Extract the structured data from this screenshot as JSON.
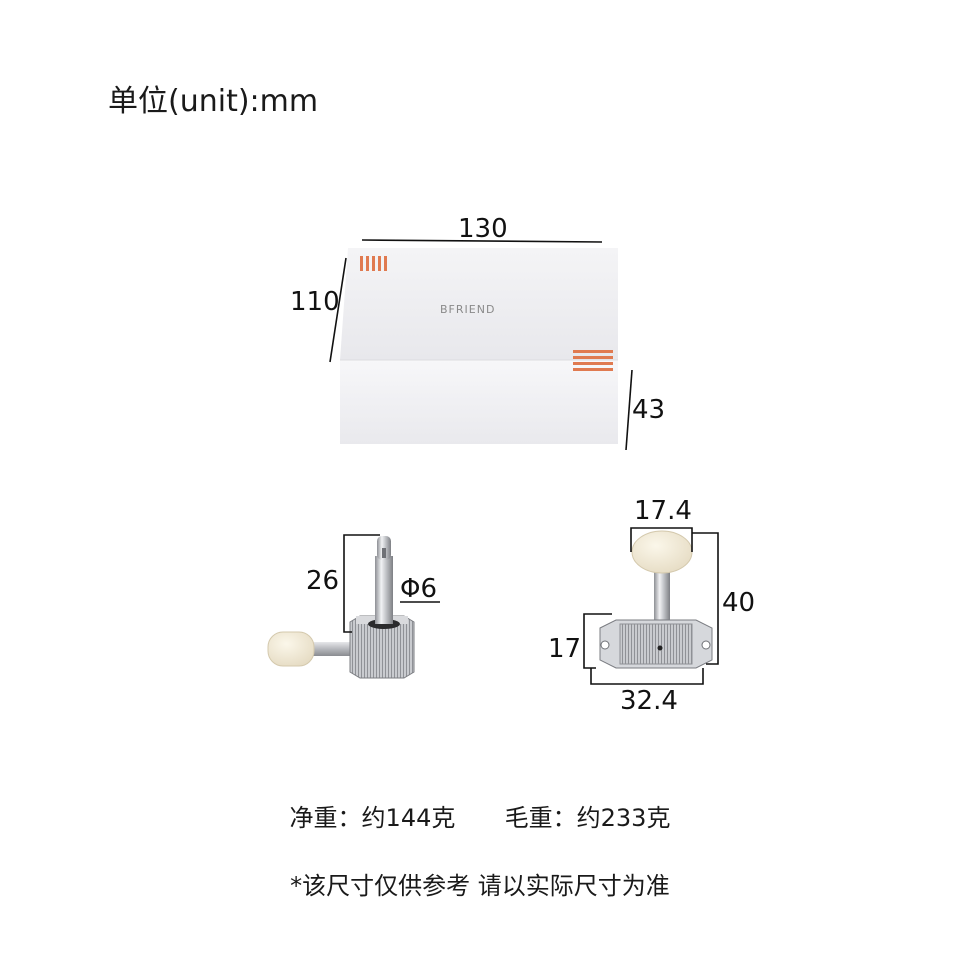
{
  "title": "单位(unit):mm",
  "box": {
    "brand_text": "BFRIEND",
    "accent_color": "#e07a50",
    "dims": {
      "width": "130",
      "depth": "110",
      "height": "43"
    }
  },
  "tuner_side": {
    "post_height": "26",
    "post_diameter": "Φ6"
  },
  "tuner_front": {
    "button_width": "17.4",
    "total_height": "40",
    "plate_height": "17",
    "plate_width": "32.4"
  },
  "weights": {
    "net": "净重：约144克",
    "gross": "毛重：约233克"
  },
  "note": "*该尺寸仅供参考 请以实际尺寸为准"
}
